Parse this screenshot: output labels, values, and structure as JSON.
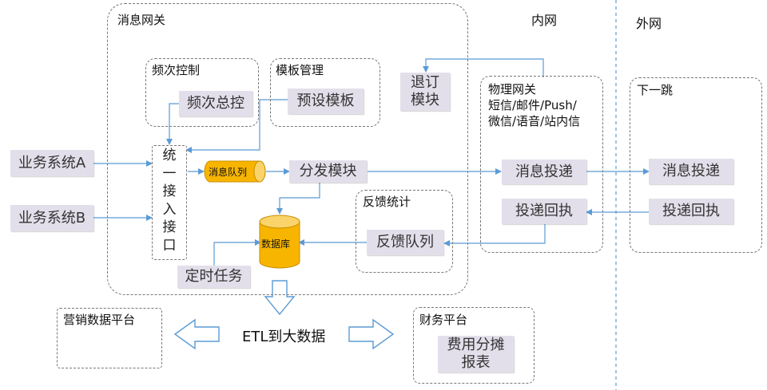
{
  "zones": {
    "intranet": "内网",
    "extranet": "外网"
  },
  "gateway": {
    "title": "消息网关",
    "frequency_control": {
      "title": "频次控制",
      "box": "频次总控"
    },
    "template_mgmt": {
      "title": "模板管理",
      "box": "预设模板"
    },
    "unified_interface": [
      "统",
      "一",
      "接",
      "入",
      "接",
      "口"
    ],
    "queue": "消息队列",
    "dispatch": "分发模块",
    "database": "数据库",
    "feedback_stats": {
      "title": "反馈统计",
      "box": "反馈队列"
    },
    "scheduled_task": "定时任务"
  },
  "unsubscribe": "退订\n模块",
  "physical_gateway": {
    "title_lines": [
      "物理网关",
      "短信/邮件/Push/",
      "微信/语音/站内信"
    ],
    "delivery": "消息投递",
    "receipt": "投递回执"
  },
  "next_hop": {
    "title": "下一跳",
    "delivery": "消息投递",
    "receipt": "投递回执"
  },
  "systems": {
    "a": "业务系统A",
    "b": "业务系统B"
  },
  "etl": "ETL到大数据",
  "marketing": {
    "title": "营销数据平台"
  },
  "finance": {
    "title": "财务平台",
    "box": "费用分摊\n报表"
  },
  "colors": {
    "node_fill": "#e3dfea",
    "arrow": "#5b9bd5",
    "queue_fill": "#f7b500",
    "db_fill": "#f7b500"
  }
}
